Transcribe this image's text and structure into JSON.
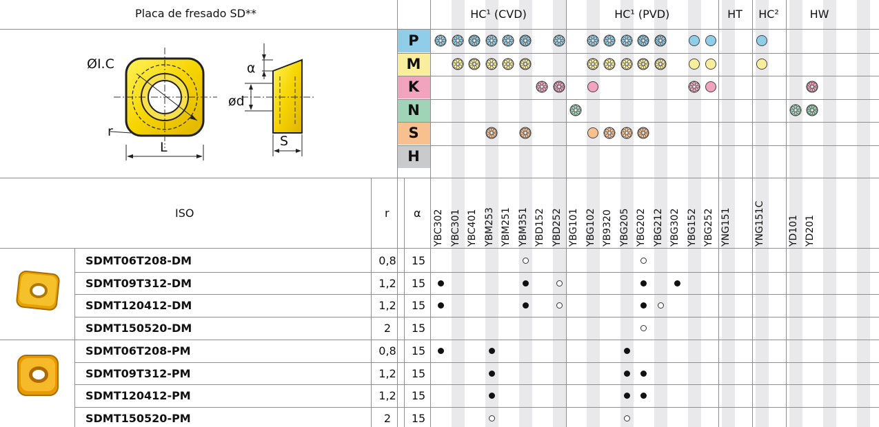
{
  "header": {
    "title": "Placa de fresado SD**",
    "groups": [
      {
        "label": "HC¹ (CVD)",
        "cols": [
          0,
          7
        ]
      },
      {
        "label": "HC¹ (PVD)",
        "cols": [
          8,
          16
        ]
      },
      {
        "label": "HT",
        "cols": [
          17,
          18
        ]
      },
      {
        "label": "HC²",
        "cols": [
          19,
          20
        ]
      },
      {
        "label": "HW",
        "cols": [
          21,
          24
        ]
      }
    ]
  },
  "drawing": {
    "label_ic": "ØI.C",
    "label_r": "r",
    "label_L": "L",
    "label_alpha": "α",
    "label_d": "ød",
    "label_S": "S"
  },
  "columns": {
    "iso": "ISO",
    "r": "r",
    "alpha": "α"
  },
  "colors": {
    "P": "#00a3e0",
    "M": "#ffed00",
    "K": "#e4007c",
    "N": "#00a650",
    "S": "#f7941d",
    "H": "#c7c8ca",
    "P_light": "#aedcf2",
    "M_light": "#fbf0a6",
    "K_light": "#f5b4c8",
    "N_light": "#b3dfc6",
    "S_light": "#fcd1a6"
  },
  "materials": [
    {
      "code": "P",
      "color": "#8fcde8",
      "icons": [
        {
          "col": 0,
          "t": "b"
        },
        {
          "col": 1,
          "t": "b"
        },
        {
          "col": 2,
          "t": "s"
        },
        {
          "col": 3,
          "t": "b"
        },
        {
          "col": 4,
          "t": "b"
        },
        {
          "col": 5,
          "t": "s"
        },
        {
          "col": 7,
          "t": "b"
        },
        {
          "col": 9,
          "t": "b"
        },
        {
          "col": 10,
          "t": "b"
        },
        {
          "col": 11,
          "t": "b"
        },
        {
          "col": 12,
          "t": "s"
        },
        {
          "col": 13,
          "t": "s"
        },
        {
          "col": 15,
          "t": "c"
        },
        {
          "col": 16,
          "t": "c"
        },
        {
          "col": 19,
          "t": "c"
        }
      ]
    },
    {
      "code": "M",
      "color": "#f9ee9c",
      "icons": [
        {
          "col": 1,
          "t": "b"
        },
        {
          "col": 2,
          "t": "s"
        },
        {
          "col": 3,
          "t": "b"
        },
        {
          "col": 4,
          "t": "b"
        },
        {
          "col": 5,
          "t": "s"
        },
        {
          "col": 9,
          "t": "b"
        },
        {
          "col": 10,
          "t": "b"
        },
        {
          "col": 11,
          "t": "b"
        },
        {
          "col": 12,
          "t": "s"
        },
        {
          "col": 13,
          "t": "s"
        },
        {
          "col": 15,
          "t": "c"
        },
        {
          "col": 16,
          "t": "c"
        },
        {
          "col": 19,
          "t": "c"
        }
      ]
    },
    {
      "code": "K",
      "color": "#f2a3bd",
      "icons": [
        {
          "col": 6,
          "t": "b"
        },
        {
          "col": 7,
          "t": "s"
        },
        {
          "col": 9,
          "t": "c"
        },
        {
          "col": 15,
          "t": "b"
        },
        {
          "col": 16,
          "t": "c"
        },
        {
          "col": 22,
          "t": "s"
        }
      ]
    },
    {
      "code": "N",
      "color": "#9fd4b7",
      "icons": [
        {
          "col": 8,
          "t": "b"
        },
        {
          "col": 21,
          "t": "b"
        },
        {
          "col": 22,
          "t": "s"
        }
      ]
    },
    {
      "code": "S",
      "color": "#f8c08f",
      "icons": [
        {
          "col": 3,
          "t": "s"
        },
        {
          "col": 5,
          "t": "s"
        },
        {
          "col": 9,
          "t": "c"
        },
        {
          "col": 10,
          "t": "b"
        },
        {
          "col": 11,
          "t": "b"
        },
        {
          "col": 12,
          "t": "s"
        }
      ]
    },
    {
      "code": "H",
      "color": "#c9cacc",
      "icons": []
    }
  ],
  "grades": [
    {
      "name": "YBC302",
      "col": 0
    },
    {
      "name": "YBC301",
      "col": 1
    },
    {
      "name": "YBC401",
      "col": 2
    },
    {
      "name": "YBM253",
      "col": 3
    },
    {
      "name": "YBM251",
      "col": 4
    },
    {
      "name": "YBM351",
      "col": 5
    },
    {
      "name": "YBD152",
      "col": 6
    },
    {
      "name": "YBD252",
      "col": 7
    },
    {
      "name": "YBG101",
      "col": 8
    },
    {
      "name": "YBG102",
      "col": 9
    },
    {
      "name": "YB9320",
      "col": 10
    },
    {
      "name": "YBG205",
      "col": 11
    },
    {
      "name": "YBG202",
      "col": 12
    },
    {
      "name": "YBG212",
      "col": 13
    },
    {
      "name": "YBG302",
      "col": 14
    },
    {
      "name": "YBG152",
      "col": 15
    },
    {
      "name": "YBG252",
      "col": 16
    },
    {
      "name": "YNG151",
      "col": 17
    },
    {
      "name": "YNG151C",
      "col": 19
    },
    {
      "name": "YD101",
      "col": 21
    },
    {
      "name": "YD201",
      "col": 22
    }
  ],
  "rows": [
    {
      "code": "SDMT06T208-DM",
      "r": "0,8",
      "alpha": "15",
      "marks": [
        {
          "col": 5,
          "m": "open"
        },
        {
          "col": 12,
          "m": "open"
        }
      ]
    },
    {
      "code": "SDMT09T312-DM",
      "r": "1,2",
      "alpha": "15",
      "marks": [
        {
          "col": 0,
          "m": "full"
        },
        {
          "col": 5,
          "m": "full"
        },
        {
          "col": 7,
          "m": "open"
        },
        {
          "col": 12,
          "m": "full"
        },
        {
          "col": 14,
          "m": "full"
        }
      ]
    },
    {
      "code": "SDMT120412-DM",
      "r": "1,2",
      "alpha": "15",
      "marks": [
        {
          "col": 0,
          "m": "full"
        },
        {
          "col": 5,
          "m": "full"
        },
        {
          "col": 7,
          "m": "open"
        },
        {
          "col": 12,
          "m": "full"
        },
        {
          "col": 13,
          "m": "open"
        }
      ]
    },
    {
      "code": "SDMT150520-DM",
      "r": "2",
      "alpha": "15",
      "marks": [
        {
          "col": 12,
          "m": "open"
        }
      ]
    },
    {
      "code": "SDMT06T208-PM",
      "r": "0,8",
      "alpha": "15",
      "marks": [
        {
          "col": 0,
          "m": "full"
        },
        {
          "col": 3,
          "m": "full"
        },
        {
          "col": 11,
          "m": "full"
        }
      ]
    },
    {
      "code": "SDMT09T312-PM",
      "r": "1,2",
      "alpha": "15",
      "marks": [
        {
          "col": 3,
          "m": "full"
        },
        {
          "col": 11,
          "m": "full"
        },
        {
          "col": 12,
          "m": "full"
        }
      ]
    },
    {
      "code": "SDMT120412-PM",
      "r": "1,2",
      "alpha": "15",
      "marks": [
        {
          "col": 3,
          "m": "full"
        },
        {
          "col": 11,
          "m": "full"
        },
        {
          "col": 12,
          "m": "full"
        }
      ]
    },
    {
      "code": "SDMT150520-PM",
      "r": "2",
      "alpha": "15",
      "marks": [
        {
          "col": 3,
          "m": "open"
        },
        {
          "col": 11,
          "m": "open"
        }
      ]
    }
  ]
}
